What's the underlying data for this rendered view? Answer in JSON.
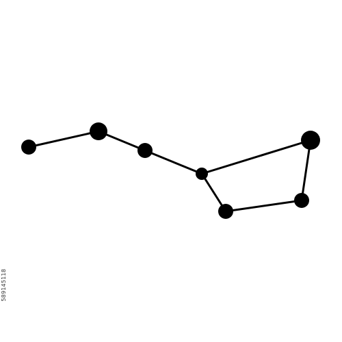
{
  "stock_id": "589145118",
  "colors": {
    "background": "#ffffff",
    "star": "#000000",
    "line": "#000000"
  },
  "constellation": {
    "stars": [
      {
        "id": "star-1"
      },
      {
        "id": "star-2"
      },
      {
        "id": "star-3"
      },
      {
        "id": "star-4"
      },
      {
        "id": "star-5"
      },
      {
        "id": "star-6"
      },
      {
        "id": "star-7"
      }
    ],
    "connections": [
      [
        0,
        1
      ],
      [
        1,
        2
      ],
      [
        2,
        3
      ],
      [
        3,
        4
      ],
      [
        4,
        5
      ],
      [
        5,
        6
      ],
      [
        6,
        3
      ]
    ]
  }
}
